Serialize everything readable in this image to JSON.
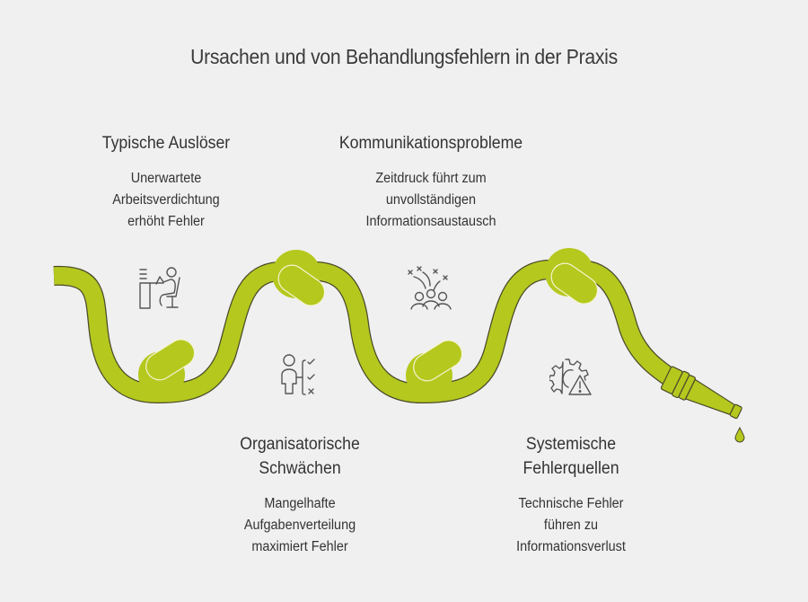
{
  "title": "Ursachen und von Behandlungsfehlern in der Praxis",
  "colors": {
    "background": "#f0f0f0",
    "hose": "#b5c81e",
    "hose_outline": "#4a4a2a",
    "text": "#333333",
    "icon_stroke": "#555555"
  },
  "items": [
    {
      "heading": "Typische Auslöser",
      "description_lines": [
        "Unerwartete",
        "Arbeitsverdichtung",
        "erhöht Fehler"
      ],
      "icon": "person-at-desk-icon",
      "position": "top"
    },
    {
      "heading_lines": [
        "Organisatorische",
        "Schwächen"
      ],
      "description_lines": [
        "Mangelhafte",
        "Aufgabenverteilung",
        "maximiert Fehler"
      ],
      "icon": "person-checklist-icon",
      "position": "bottom"
    },
    {
      "heading": "Kommunikationsprobleme",
      "description_lines": [
        "Zeitdruck führt zum",
        "unvollständigen",
        "Informationsaustausch"
      ],
      "icon": "group-confusion-icon",
      "position": "top"
    },
    {
      "heading_lines": [
        "Systemische",
        "Fehlerquellen"
      ],
      "description_lines": [
        "Technische Fehler",
        "führen zu",
        "Informationsverlust"
      ],
      "icon": "gear-warning-icon",
      "position": "bottom"
    }
  ]
}
